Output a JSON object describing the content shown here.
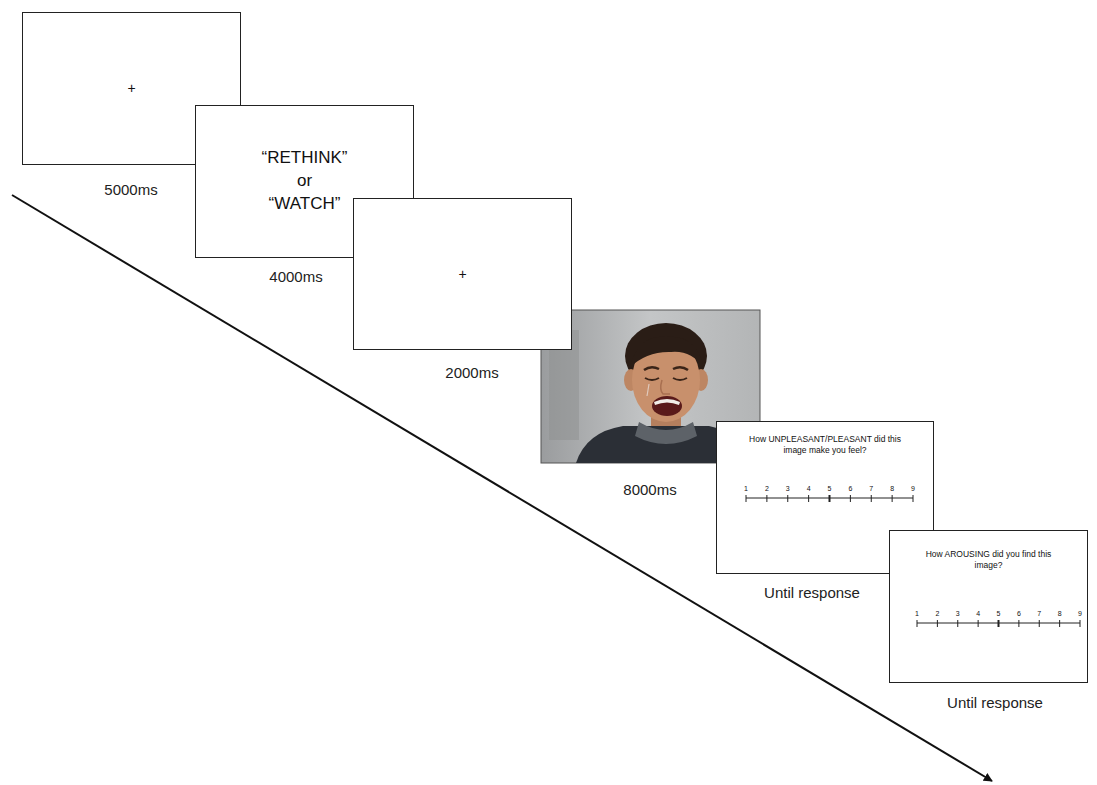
{
  "diagram": {
    "nodes": [
      {
        "text": [
          "+"
        ]
      },
      {
        "text": [
          "“RETHINK” or “WATCH”"
        ]
      },
      {
        "text": [
          "+"
        ]
      },
      {
        "text": [
          "How UNPLEASANT/PLEASANT did this image make you feel?",
          "1",
          "2",
          "3",
          "4",
          "5",
          "6",
          "7",
          "8",
          "9"
        ]
      },
      {
        "text": [
          "How AROUSING did you find this image?",
          "1",
          "2",
          "3",
          "4",
          "5",
          "6",
          "7",
          "8",
          "9"
        ]
      }
    ],
    "labels": [
      "5000ms",
      "4000ms",
      "2000ms",
      "8000ms",
      "Until response",
      "Until response"
    ]
  }
}
